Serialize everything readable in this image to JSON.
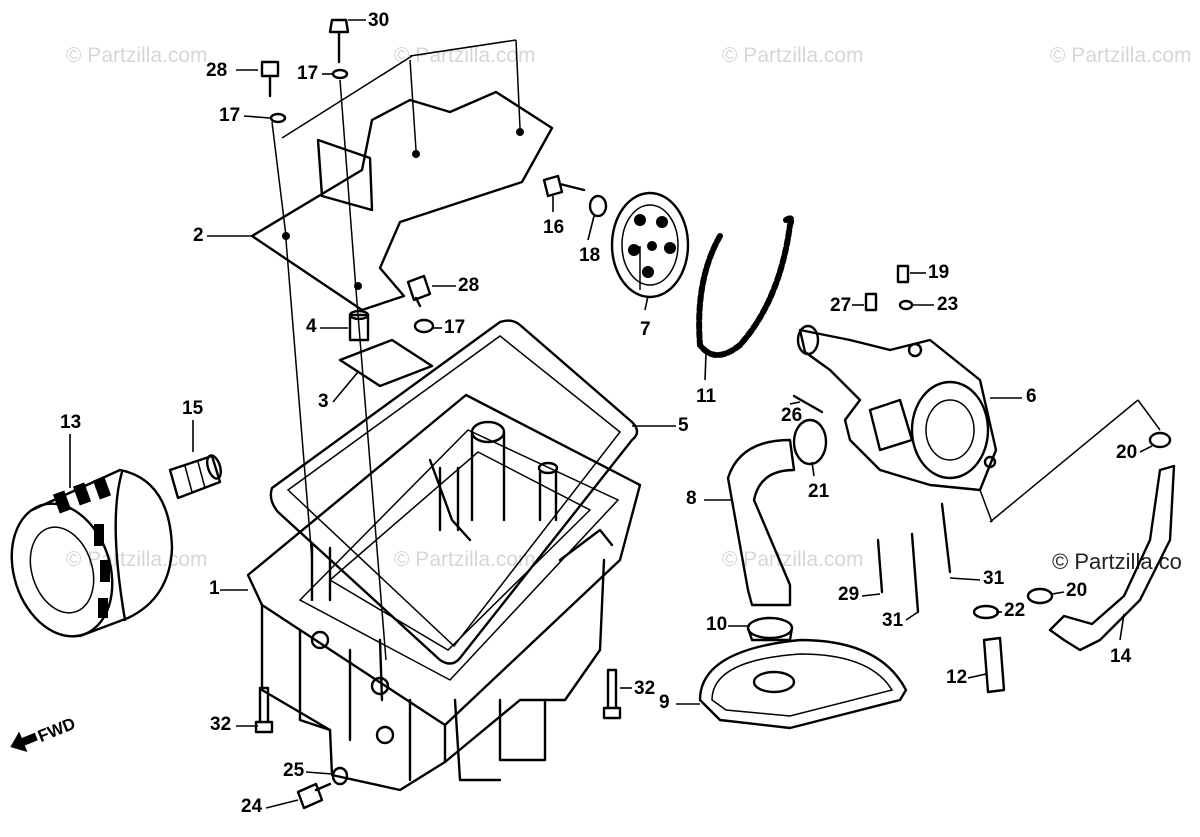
{
  "watermarks": [
    "© Partzilla.com",
    "© Partzilla.com",
    "© Partzilla.com",
    "© Partzilla.com",
    "© Partzilla.com",
    "© Partzilla.com",
    "© Partzilla.com"
  ],
  "watermark_dark": "© Partzilla.co",
  "direction_label": "FWD",
  "callouts": [
    "30",
    "28",
    "17",
    "17",
    "2",
    "28",
    "4",
    "17",
    "3",
    "5",
    "1",
    "15",
    "13",
    "16",
    "18",
    "7",
    "11",
    "19",
    "27",
    "23",
    "6",
    "26",
    "20",
    "21",
    "8",
    "10",
    "9",
    "32",
    "32",
    "25",
    "24",
    "29",
    "31",
    "31",
    "22",
    "20",
    "14",
    "12"
  ]
}
